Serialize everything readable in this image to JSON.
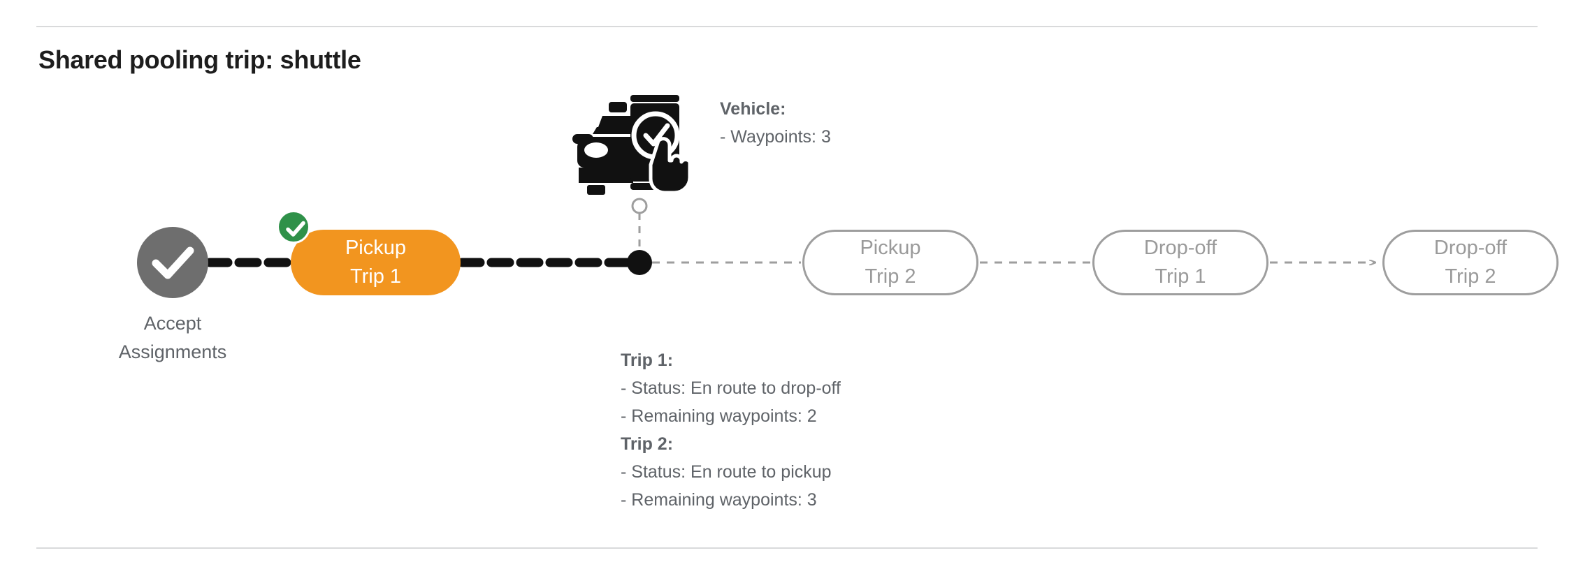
{
  "page": {
    "title": "Shared pooling trip: shuttle"
  },
  "flow": {
    "start": {
      "name": "accept-assignments",
      "label_line1": "Accept",
      "label_line2": "Assignments",
      "icon": "check-circle-icon",
      "color": "#6e6e6e",
      "state": "completed"
    },
    "nodes": [
      {
        "name": "pickup-trip-1",
        "line1": "Pickup",
        "line2": "Trip 1",
        "state": "active",
        "color": "#f2951f",
        "badge": "check-badge-icon",
        "badge_color": "#2f9149"
      },
      {
        "name": "pickup-trip-2",
        "line1": "Pickup",
        "line2": "Trip 2",
        "state": "upcoming",
        "color": "#9e9e9e"
      },
      {
        "name": "drop-off-trip-1",
        "line1": "Drop-off",
        "line2": "Trip 1",
        "state": "upcoming",
        "color": "#9e9e9e"
      },
      {
        "name": "drop-off-trip-2",
        "line1": "Drop-off",
        "line2": "Trip 2",
        "state": "upcoming",
        "color": "#9e9e9e"
      }
    ],
    "vehicle_marker": {
      "name": "vehicle-position-marker",
      "icon": "vehicle-app-check-icon"
    }
  },
  "vehicle_info": {
    "heading": "Vehicle",
    "heading_suffix": ":",
    "waypoints_line": "- Waypoints: 3"
  },
  "trip_info": {
    "trip1": {
      "heading": "Trip 1",
      "heading_suffix": ":",
      "status_line": "- Status:  En route to drop-off",
      "waypoints_line": "- Remaining waypoints: 2"
    },
    "trip2": {
      "heading": "Trip 2",
      "heading_suffix": ":",
      "status_line": "- Status:  En route to pickup",
      "waypoints_line": "- Remaining waypoints: 3"
    }
  },
  "colors": {
    "active": "#f2951f",
    "completed": "#2f9149",
    "start_node": "#6e6e6e",
    "upcoming": "#9e9e9e",
    "text": "#5f6368",
    "divider": "#d9dadb"
  }
}
